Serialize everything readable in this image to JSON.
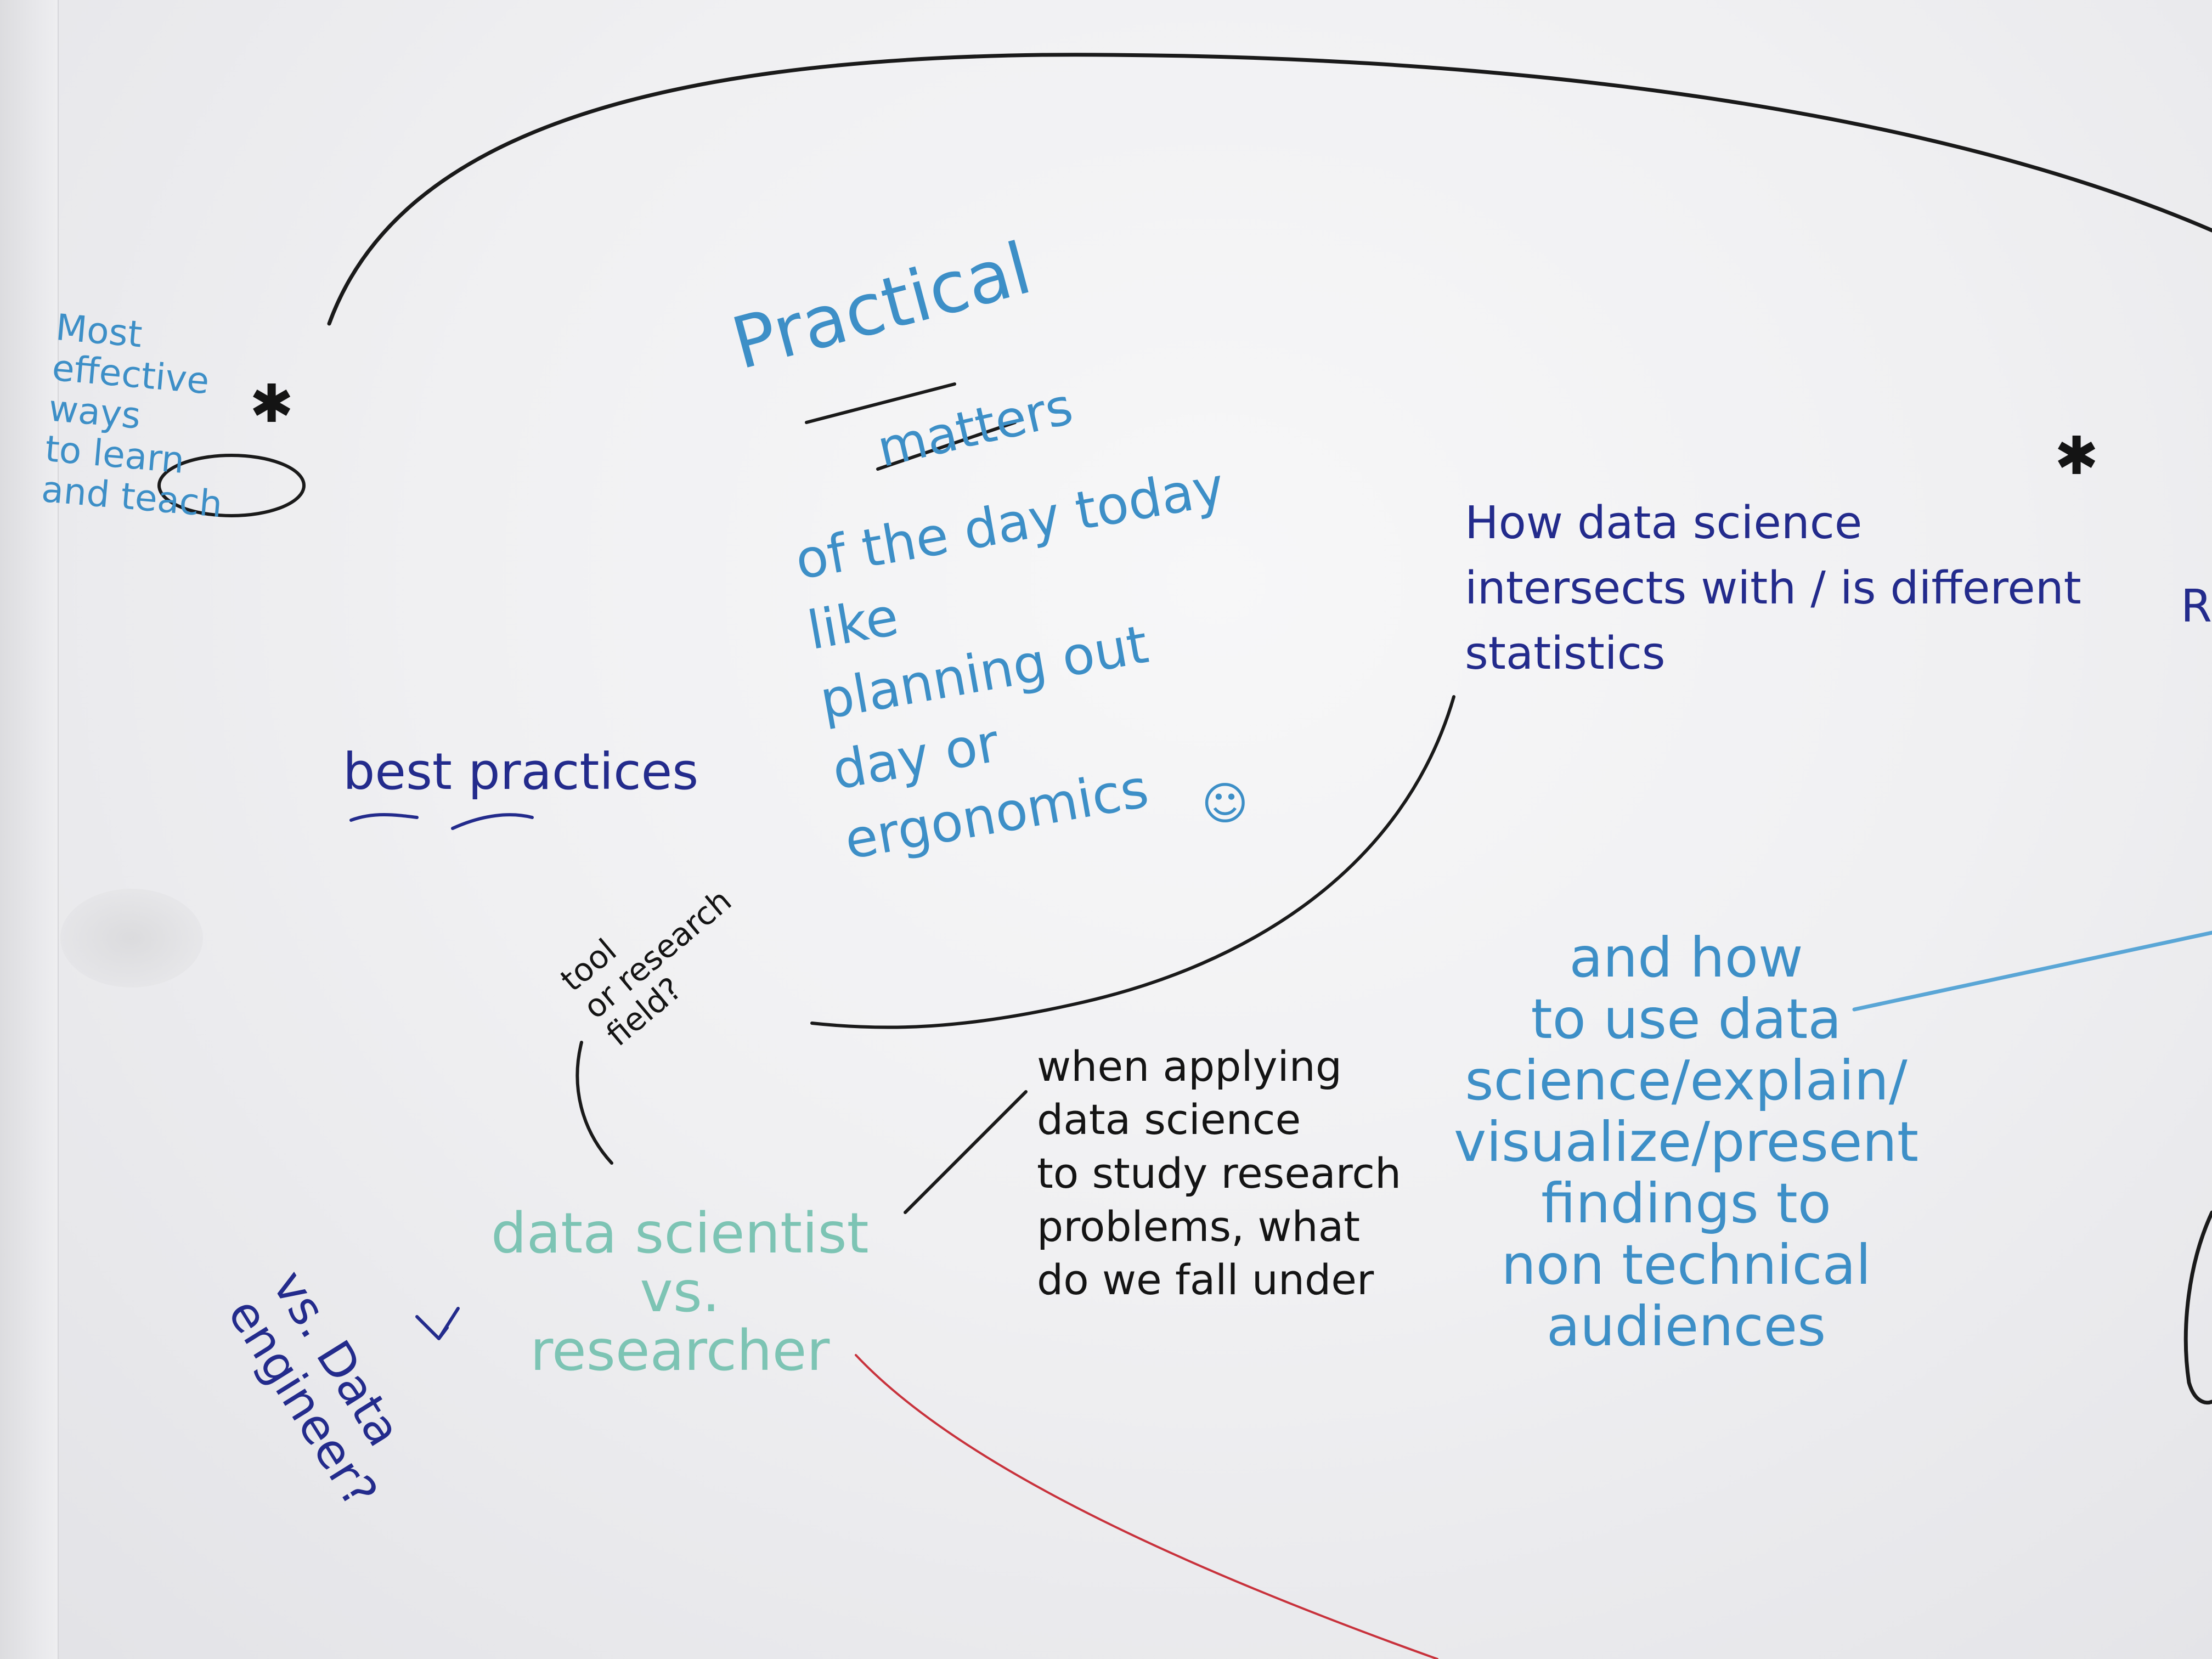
{
  "whiteboard": {
    "notes": {
      "most_effective": "Most\neffective\nways\nto learn\nand teach",
      "practical_title": "Practical",
      "practical_matters": "matters",
      "practical_body": "of the day today\nlike\nplanning out\nday or\nergonomics",
      "smiley": "☺",
      "best_practices": "best practices",
      "how_data_science": "How data science\nintersects with / is different\nstatistics",
      "edge_letter": "R",
      "tool_or_research": "tool\nor research\nfield?",
      "when_applying": "when applying\ndata science\nto study research\nproblems, what\ndo we fall under",
      "data_scientist": "data scientist\nvs.\nresearcher",
      "vs_data_engineer": "vs. Data\nengineer?",
      "and_how": "and how\nto use data\nscience/explain/\nvisualize/present\nfindings to\nnon technical\naudiences"
    },
    "stars": {
      "left": "✱",
      "right": "✱"
    },
    "colors": {
      "light_blue": "#3d8fc7",
      "navy": "#232b8c",
      "black": "#141414",
      "teal": "#7dc4b4",
      "red": "#c8323c"
    }
  }
}
